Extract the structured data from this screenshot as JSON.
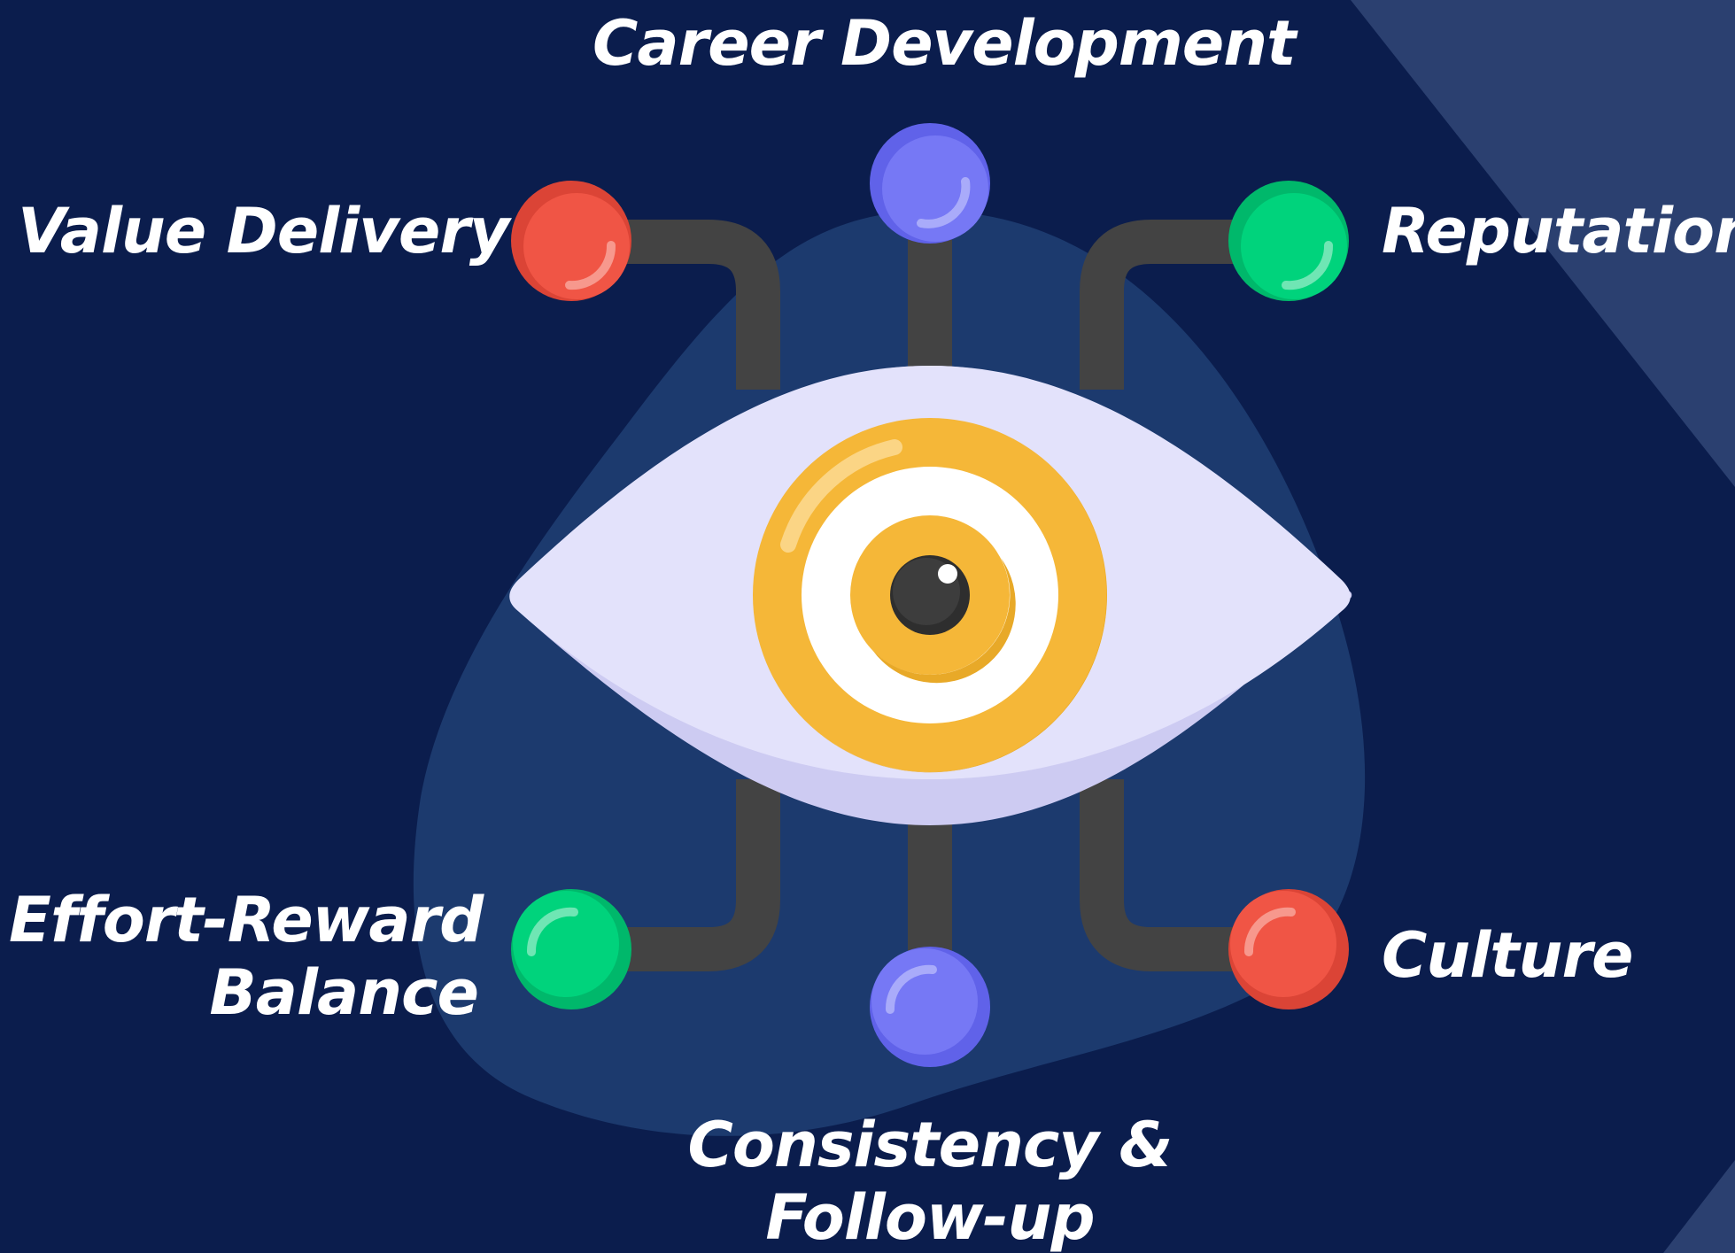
{
  "diagram": {
    "center_icon": "eye-icon",
    "colors": {
      "background": "#0b1d4d",
      "blob": "#1c3a6e",
      "connector": "#434343",
      "eye_white": "#e3e2fb",
      "iris": "#f5b738",
      "node_blue": "#7678f5",
      "node_red": "#f05545",
      "node_green": "#00d37c"
    },
    "nodes": [
      {
        "id": "career",
        "label": "Career Development",
        "color": "blue"
      },
      {
        "id": "value",
        "label": "Value Delivery",
        "color": "red"
      },
      {
        "id": "reputation",
        "label": "Reputation",
        "color": "green"
      },
      {
        "id": "effort",
        "label_line1": "Effort-Reward",
        "label_line2": "Balance",
        "color": "green"
      },
      {
        "id": "culture",
        "label": "Culture",
        "color": "red"
      },
      {
        "id": "consistency",
        "label_line1": "Consistency &",
        "label_line2": "Follow-up",
        "color": "blue"
      }
    ]
  }
}
